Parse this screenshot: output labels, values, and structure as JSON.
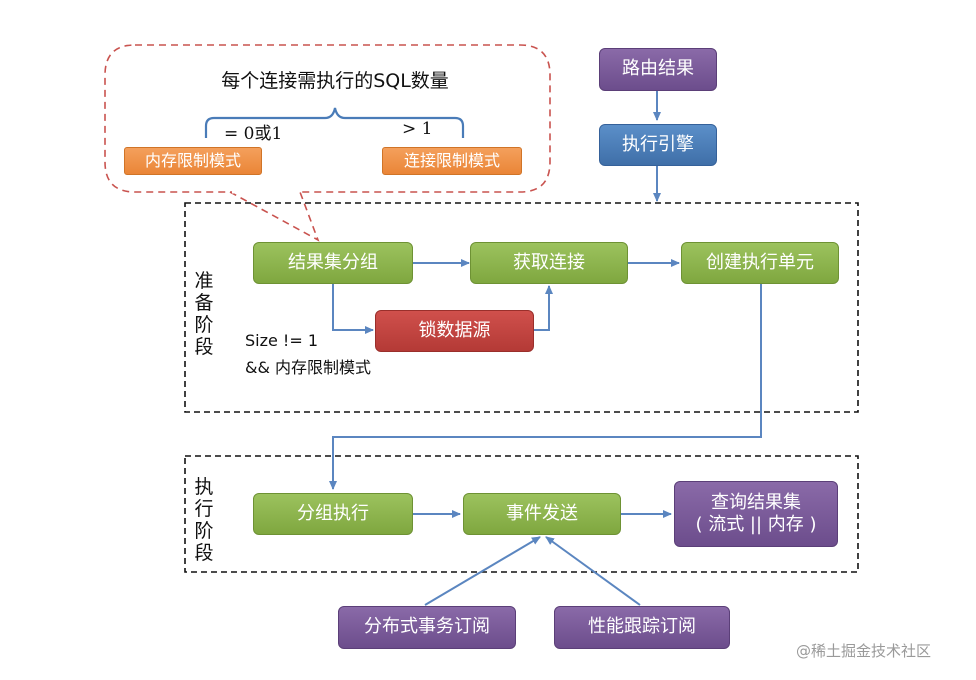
{
  "callout": {
    "title": "每个连接需执行的SQL数量",
    "left_cond": "= 0或1",
    "right_cond": "> 1",
    "left_mode": "内存限制模式",
    "right_mode": "连接限制模式"
  },
  "top": {
    "route_result": "路由结果",
    "engine": "执行引擎"
  },
  "prepare": {
    "stage_label": [
      "准",
      "备",
      "阶",
      "段"
    ],
    "group": "结果集分组",
    "get_conn": "获取连接",
    "create_unit": "创建执行单元",
    "lock": "锁数据源",
    "cond_line1": "Size != 1",
    "cond_line2": "&& 内存限制模式"
  },
  "execute": {
    "stage_label": [
      "执",
      "行",
      "阶",
      "段"
    ],
    "group_exec": "分组执行",
    "event_send": "事件发送",
    "query_line1": "查询结果集",
    "query_line2": "( 流式 || 内存 )"
  },
  "subscribers": {
    "tx": "分布式事务订阅",
    "perf": "性能跟踪订阅"
  },
  "watermark": "@稀土掘金技术社区",
  "colors": {
    "green": "#8bb34a",
    "purple": "#7a5a9a",
    "blue": "#4a7cb8",
    "red": "#c0403c",
    "orange": "#f0943f",
    "arrow": "#5b86c0",
    "callout_border": "#c9534f"
  }
}
